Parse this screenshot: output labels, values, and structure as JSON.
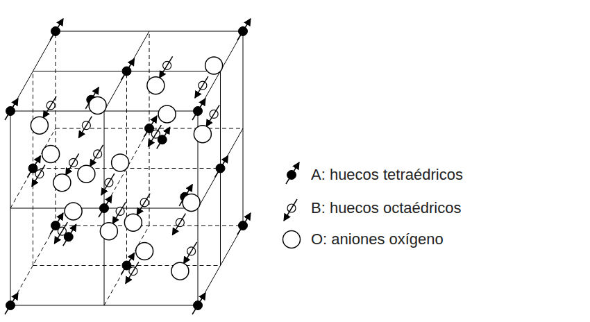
{
  "diagram": {
    "legend": [
      {
        "text": "A: huecos tetraédricos"
      },
      {
        "text": "B: huecos octaédricos"
      },
      {
        "text": "O: aniones oxígeno"
      }
    ]
  }
}
